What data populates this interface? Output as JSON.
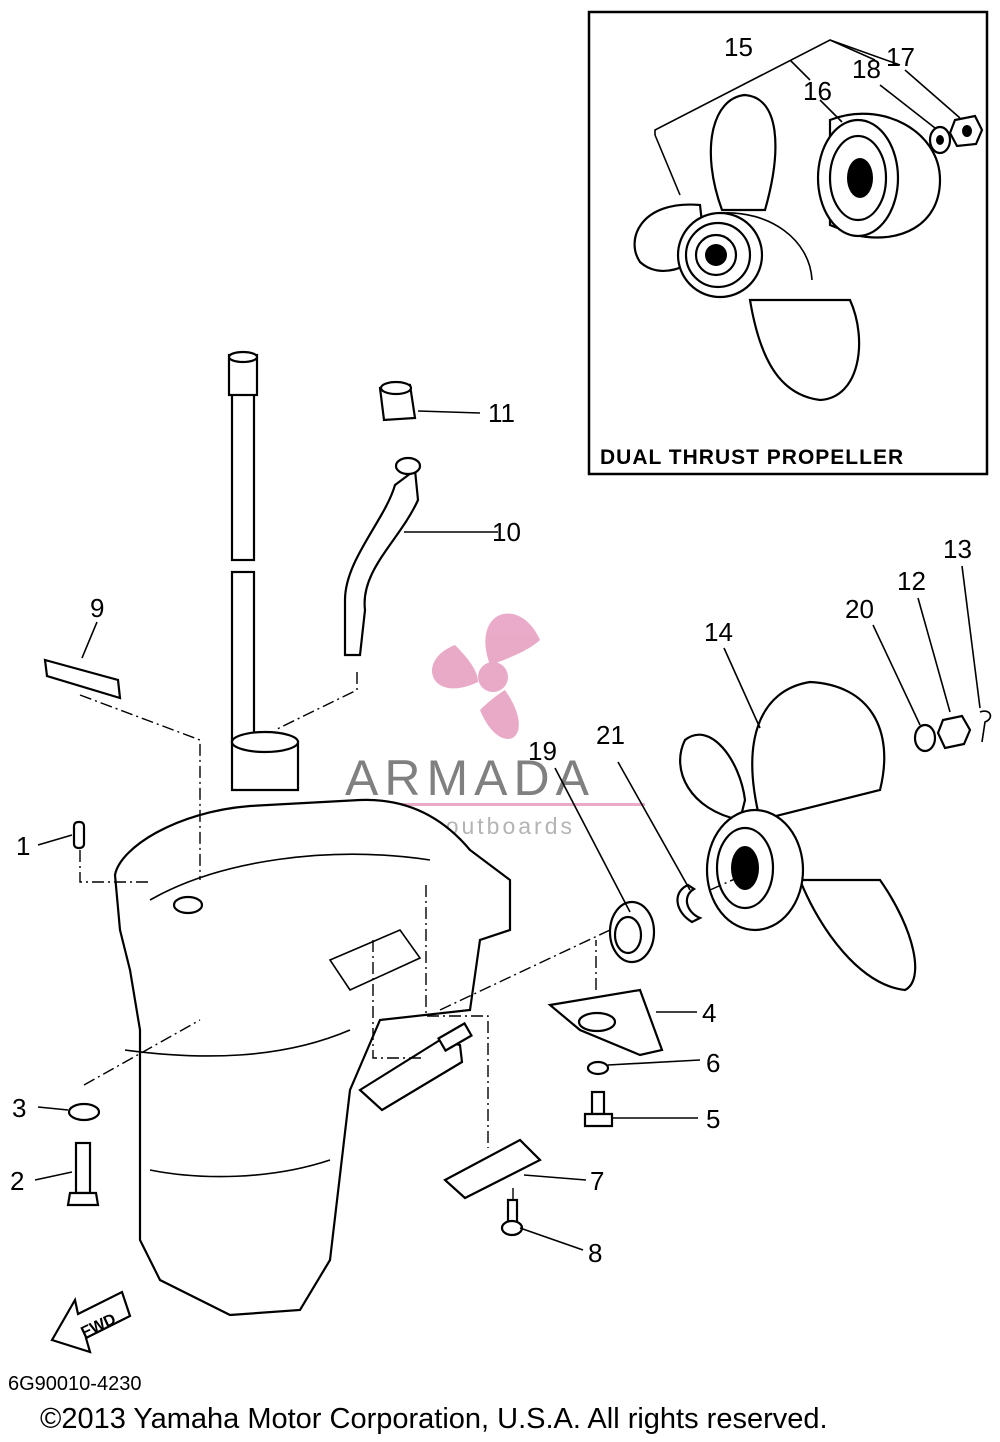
{
  "inset": {
    "title": "DUAL THRUST PROPELLER",
    "callouts": [
      "15",
      "16",
      "17",
      "18"
    ]
  },
  "callouts": [
    "1",
    "2",
    "3",
    "4",
    "5",
    "6",
    "7",
    "8",
    "9",
    "10",
    "11",
    "12",
    "13",
    "14",
    "19",
    "20",
    "21"
  ],
  "watermark": {
    "brand": "ARMADA",
    "tagline": "marine outboards",
    "colors": {
      "logo": "#e8a6c6",
      "brand": "#7a7a7a"
    }
  },
  "fwd_label": "FWD",
  "diagram_code": "6G90010-4230",
  "copyright": "©2013 Yamaha Motor Corporation, U.S.A. All rights reserved."
}
